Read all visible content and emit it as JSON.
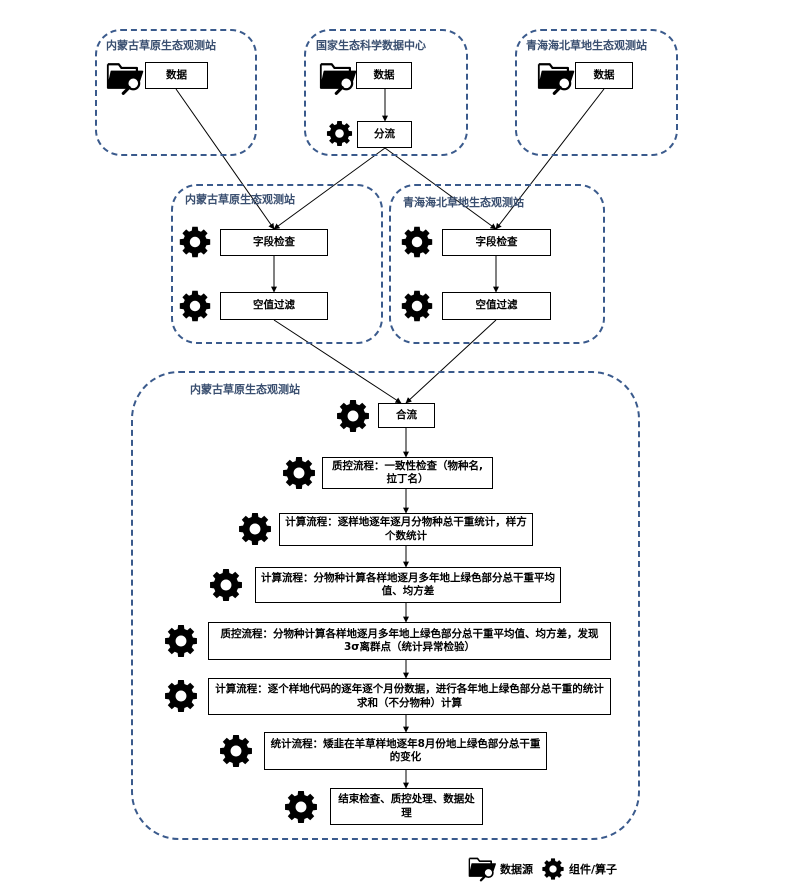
{
  "top_groups": [
    {
      "label": "内蒙古草原生态观测站",
      "data_box": "数据"
    },
    {
      "label": "国家生态科学数据中心",
      "data_box": "数据",
      "split_box": "分流"
    },
    {
      "label": "青海海北草地生态观测站",
      "data_box": "数据"
    }
  ],
  "mid_groups": [
    {
      "label": "内蒙古草原生态观测站",
      "field_check": "字段检查",
      "null_filter": "空值过滤"
    },
    {
      "label": "青海海北草地生态观测站",
      "field_check": "字段检查",
      "null_filter": "空值过滤"
    }
  ],
  "bottom_group": {
    "label": "内蒙古草原生态观测站",
    "steps": [
      "合流",
      "质控流程：一致性检查（物种名,拉丁名）",
      "计算流程：逐样地逐年逐月分物种总干重统计，样方个数统计",
      "计算流程：分物种计算各样地逐月多年地上绿色部分总干重平均值、均方差",
      "质控流程：分物种计算各样地逐月多年地上绿色部分总干重平均值、均方差，发现3σ离群点（统计异常检验）",
      "计算流程：逐个样地代码的逐年逐个月份数据，进行各年地上绿色部分总干重的统计求和（不分物种）计算",
      "统计流程：矮韭在羊草样地逐年8月份地上绿色部分总干重的变化",
      "结束检查、质控处理、数据处理"
    ]
  },
  "legend": {
    "source_label": "数据源",
    "component_label": "组件/算子"
  },
  "icons": {
    "data_source": "folder-search-icon",
    "component": "gear-icon"
  },
  "colors": {
    "group_border": "#3a5a8c",
    "group_label": "#3a4f70"
  }
}
